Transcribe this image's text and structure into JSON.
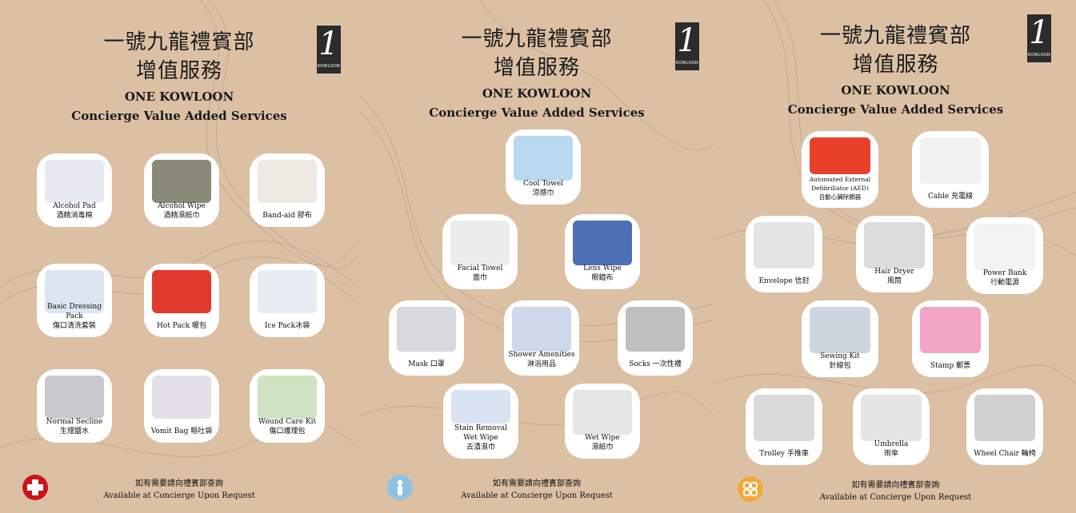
{
  "panels": [
    {
      "title_zh_1": "一號九龍禮賓部",
      "title_zh_2": "增值服務",
      "title_en_1": "ONE KOWLOON",
      "title_en_2": "Concierge Value Added Services",
      "logo_num": "1",
      "logo_text": "KOWLOON",
      "items": [
        {
          "en": "Alcohol Pad",
          "zh": "酒精消毒棉"
        },
        {
          "en": "Alcohol Wipe",
          "zh": "酒精濕紙巾"
        },
        {
          "en": "Band-aid 膠布",
          "zh": ""
        },
        {
          "en": "Basic Dressing Pack",
          "zh": "傷口清洗套裝"
        },
        {
          "en": "Hot Pack 暖包",
          "zh": ""
        },
        {
          "en": "Ice Pack冰袋",
          "zh": ""
        },
        {
          "en": "Normal Secline",
          "zh": "生理鹽水"
        },
        {
          "en": "Vomit Bag 嘔吐袋",
          "zh": ""
        },
        {
          "en": "Wound Care Kit",
          "zh": "傷口護理包"
        }
      ],
      "footer_zh": "如有需要請向禮賓部查詢",
      "footer_en": "Available at Concierge Upon Request",
      "badge_icon": "first-aid-cross-icon"
    },
    {
      "title_zh_1": "一號九龍禮賓部",
      "title_zh_2": "增值服務",
      "title_en_1": "ONE KOWLOON",
      "title_en_2": "Concierge Value Added Services",
      "logo_num": "1",
      "logo_text": "KOWLOON",
      "items": [
        {
          "en": "Cool Towel",
          "zh": "涼感巾"
        },
        {
          "en": "Facial Towel",
          "zh": "面巾"
        },
        {
          "en": "Lens Wipe",
          "zh": "眼鏡布"
        },
        {
          "en": "Mask 口罩",
          "zh": ""
        },
        {
          "en": "Shower Amenities",
          "zh": "淋浴用品"
        },
        {
          "en": "Socks 一次性襪",
          "zh": ""
        },
        {
          "en": "Stain Removal",
          "zh": "Wet Wipe",
          "zh2": "去漬濕巾"
        },
        {
          "en": "Wet Wipe",
          "zh": "濕紙巾"
        }
      ],
      "footer_zh": "如有需要請向禮賓部查詢",
      "footer_en": "Available at Concierge Upon Request",
      "badge_icon": "person-icon"
    },
    {
      "title_zh_1": "一號九龍禮賓部",
      "title_zh_2": "增值服務",
      "title_en_1": "ONE KOWLOON",
      "title_en_2": "Concierge Value Added Services",
      "logo_num": "1",
      "logo_text": "KOWLOON",
      "items": [
        {
          "en": "Automated External",
          "zh": "Defibrillator (AED)",
          "zh2": "自動心臟除顫器"
        },
        {
          "en": "Cable 充電線",
          "zh": ""
        },
        {
          "en": "Envelope 信封",
          "zh": ""
        },
        {
          "en": "Hair Dryer",
          "zh": "風筒"
        },
        {
          "en": "Power Bank",
          "zh": "行動電源"
        },
        {
          "en": "Sewing Kit",
          "zh": "針線包"
        },
        {
          "en": "Stamp 郵票",
          "zh": ""
        },
        {
          "en": "Trolley 手推車",
          "zh": ""
        },
        {
          "en": "Umbrella",
          "zh": "雨傘"
        },
        {
          "en": "Wheel Chair 輪椅",
          "zh": ""
        }
      ],
      "footer_zh": "如有需要請向禮賓部查詢",
      "footer_en": "Available at Concierge Upon Request",
      "badge_icon": "grid-squares-icon"
    }
  ],
  "colors": {
    "background": "#dcc0a4",
    "card": "#ffffff",
    "text": "#1a1a1a",
    "badge_red": "#c8161d",
    "badge_blue": "#8fc1e3",
    "badge_orange": "#f2a93b"
  }
}
